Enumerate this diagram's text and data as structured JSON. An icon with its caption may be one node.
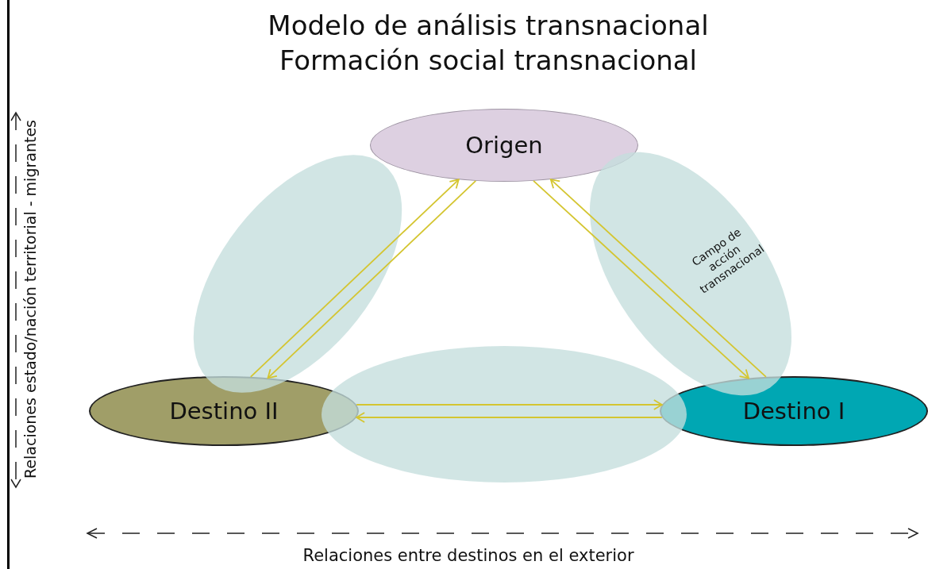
{
  "diagram": {
    "title": "Modelo de análisis transnacional Formación social transnacional",
    "nodes": [
      {
        "text": [
          "Origen"
        ]
      },
      {
        "text": [
          "Destino II"
        ]
      },
      {
        "text": [
          "Destino I"
        ]
      }
    ],
    "edges": [
      {
        "from": 0,
        "to": 1,
        "arrow": "to"
      },
      {
        "from": 1,
        "to": 0,
        "arrow": "to"
      },
      {
        "from": 2,
        "to": 0,
        "arrow": "to"
      },
      {
        "from": 0,
        "to": 2,
        "arrow": "to"
      },
      {
        "from": 1,
        "to": 2,
        "arrow": "to"
      },
      {
        "from": 2,
        "to": 1,
        "arrow": "to"
      }
    ],
    "labels": [
      "Campo de acción transnacional",
      "Relaciones estado/nación territorial - migrantes",
      "Relaciones entre destinos en el exterior"
    ]
  }
}
